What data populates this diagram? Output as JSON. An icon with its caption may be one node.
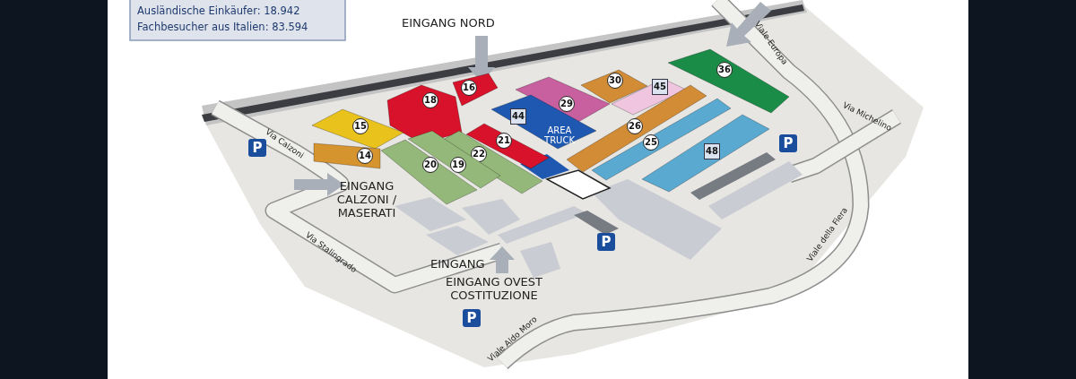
{
  "diagram": {
    "nodes": [
      {
        "text": [
          "16"
        ]
      },
      {
        "text": [
          "18"
        ]
      },
      {
        "text": [
          "30"
        ]
      },
      {
        "text": [
          "29"
        ]
      },
      {
        "text": [
          "45"
        ]
      },
      {
        "text": [
          "36"
        ]
      },
      {
        "text": [
          "15"
        ]
      },
      {
        "text": [
          "44",
          "AREA TRUCK"
        ]
      },
      {
        "text": [
          "26"
        ]
      },
      {
        "text": [
          "21"
        ]
      },
      {
        "text": [
          "25"
        ]
      },
      {
        "text": [
          "48"
        ]
      },
      {
        "text": [
          "14"
        ]
      },
      {
        "text": [
          "22"
        ]
      },
      {
        "text": [
          "20"
        ]
      },
      {
        "text": [
          "19"
        ]
      }
    ],
    "edges": [],
    "labels": [
      "Ausländische Einkäufer: 18.942",
      "Fachbesucher aus Italien: 83.594",
      "EINGANG NORD",
      "Viale Europa",
      "Via Michelino",
      "Via Calzoni",
      "P",
      "P",
      "EINGANG CALZONI / MASERATI",
      "Via Stalingrado",
      "P",
      "Viale della Fiera",
      "EINGANG",
      "EINGANG OVEST COSTITUZIONE",
      "P",
      "Viale Aldo Moro"
    ]
  }
}
